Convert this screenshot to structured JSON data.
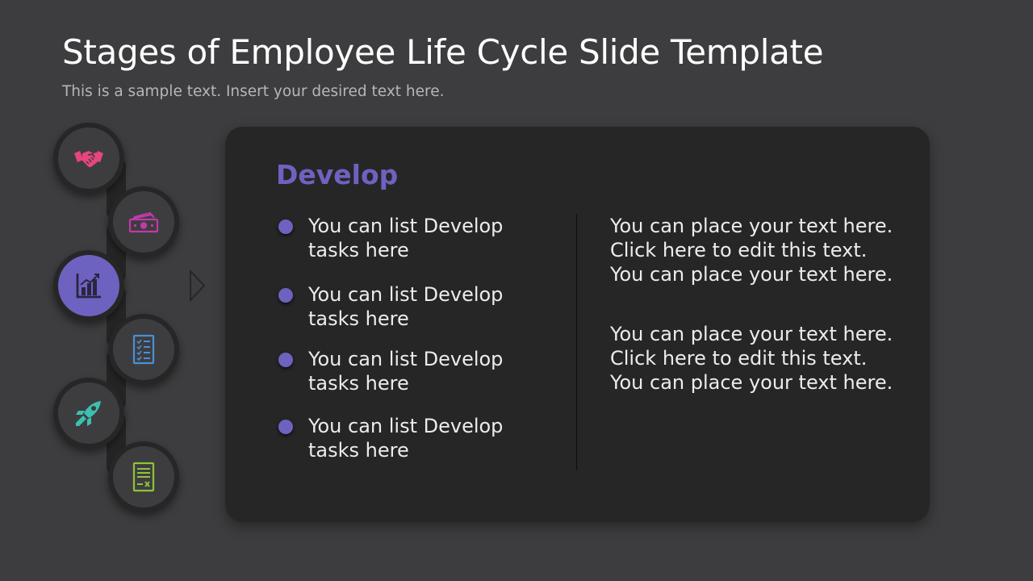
{
  "slide": {
    "title": "Stages of Employee Life Cycle Slide Template",
    "subtitle": "This is a sample text. Insert your desired text here."
  },
  "stages": [
    {
      "name": "handshake-icon",
      "color": "#e8457c",
      "active": false
    },
    {
      "name": "money-icon",
      "color": "#c03aa8",
      "active": false
    },
    {
      "name": "chart-icon",
      "color": "#2a2540",
      "active": true
    },
    {
      "name": "checklist-icon",
      "color": "#4a8fd8",
      "active": false
    },
    {
      "name": "rocket-icon",
      "color": "#3cc0b0",
      "active": false
    },
    {
      "name": "document-icon",
      "color": "#8fc43a",
      "active": false
    }
  ],
  "card": {
    "title": "Develop",
    "accent": "#6e62c0",
    "tasks": [
      "You can list Develop tasks here",
      "You can list Develop tasks here",
      "You can list Develop tasks here",
      "You can list Develop tasks here"
    ],
    "paragraphs": [
      "You can place your text here. Click here to edit this text. You can place your text here.",
      "You can place your text here. Click here to edit this text. You can place your text here."
    ]
  }
}
